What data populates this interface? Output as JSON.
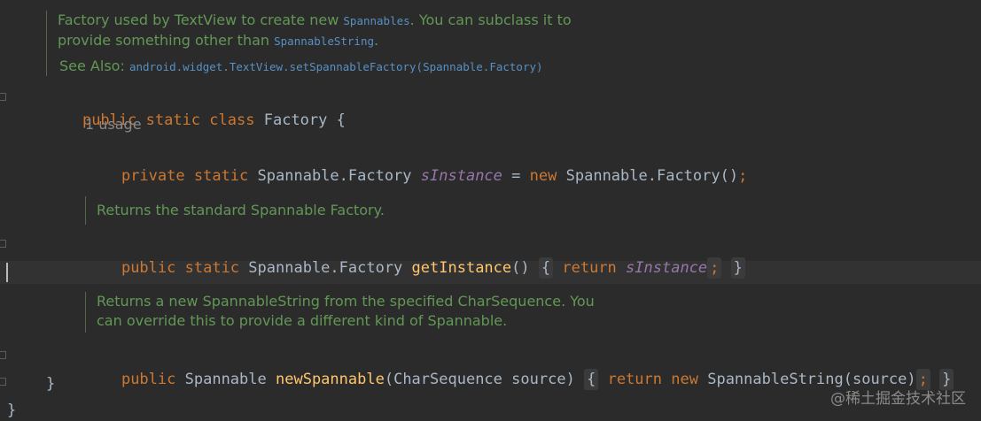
{
  "class_doc": {
    "line1_prefix": "Factory used by TextView to create new ",
    "line1_code": "Spannables",
    "line1_suffix": ". You can subclass it to",
    "line2_prefix": "provide something other than ",
    "line2_code": "SpannableString",
    "line2_suffix": ".",
    "see_also_label": "See Also:",
    "see_also_ref": "android.widget.TextView.setSpannableFactory(Spannable.Factory)"
  },
  "class_decl": {
    "public": "public",
    "static": "static",
    "class": "class",
    "name": "Factory",
    "brace_open": "{"
  },
  "usage_hint": "1 usage",
  "field_decl": {
    "private": "private",
    "static": "static",
    "type": "Spannable.Factory",
    "name": "sInstance",
    "eq": "=",
    "new": "new",
    "ctor": "Spannable.Factory()",
    "semi": ";"
  },
  "doc_get_instance": "Returns the standard Spannable Factory.",
  "get_instance": {
    "public": "public",
    "static": "static",
    "type": "Spannable.Factory",
    "name": "getInstance",
    "params": "()",
    "brace_open": "{",
    "return": "return",
    "value": "sInstance",
    "semi": ";",
    "brace_close": "}"
  },
  "doc_new_spannable": {
    "line1": "Returns a new SpannableString from the specified CharSequence. You",
    "line2": "can override this to provide a different kind of Spannable."
  },
  "new_spannable": {
    "public": "public",
    "type": "Spannable",
    "name": "newSpannable",
    "paren_open": "(",
    "param_type": "CharSequence",
    "param_name": "source",
    "paren_close": ")",
    "brace_open": "{",
    "return": "return",
    "new": "new",
    "ctor": "SpannableString(source)",
    "semi": ";",
    "brace_close": "}"
  },
  "inner_close": "}",
  "outer_close": "}",
  "watermark": "@稀土掘金技术社区"
}
